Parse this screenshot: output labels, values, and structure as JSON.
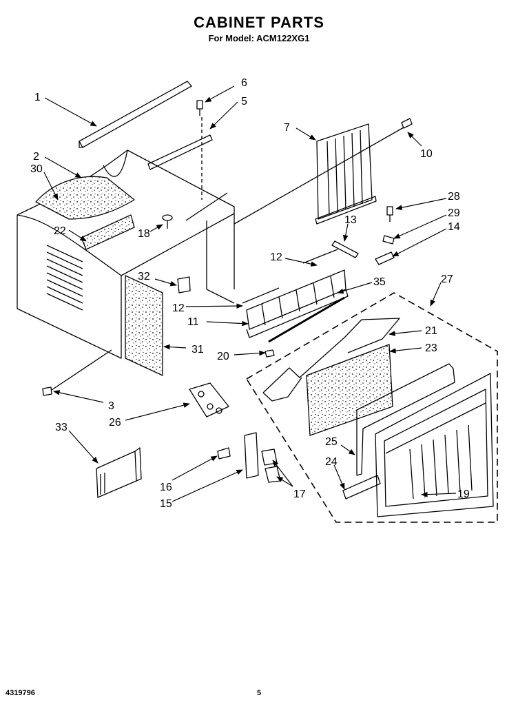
{
  "title": "CABINET PARTS",
  "subtitle": "For Model: ACM122XG1",
  "footer": {
    "doc_number": "4319796",
    "page": "5"
  },
  "callouts": [
    "1",
    "2",
    "3",
    "5",
    "6",
    "7",
    "10",
    "11",
    "12",
    "12",
    "13",
    "14",
    "15",
    "16",
    "17",
    "18",
    "19",
    "20",
    "21",
    "22",
    "23",
    "24",
    "25",
    "26",
    "27",
    "28",
    "29",
    "30",
    "31",
    "32",
    "33",
    "35"
  ]
}
